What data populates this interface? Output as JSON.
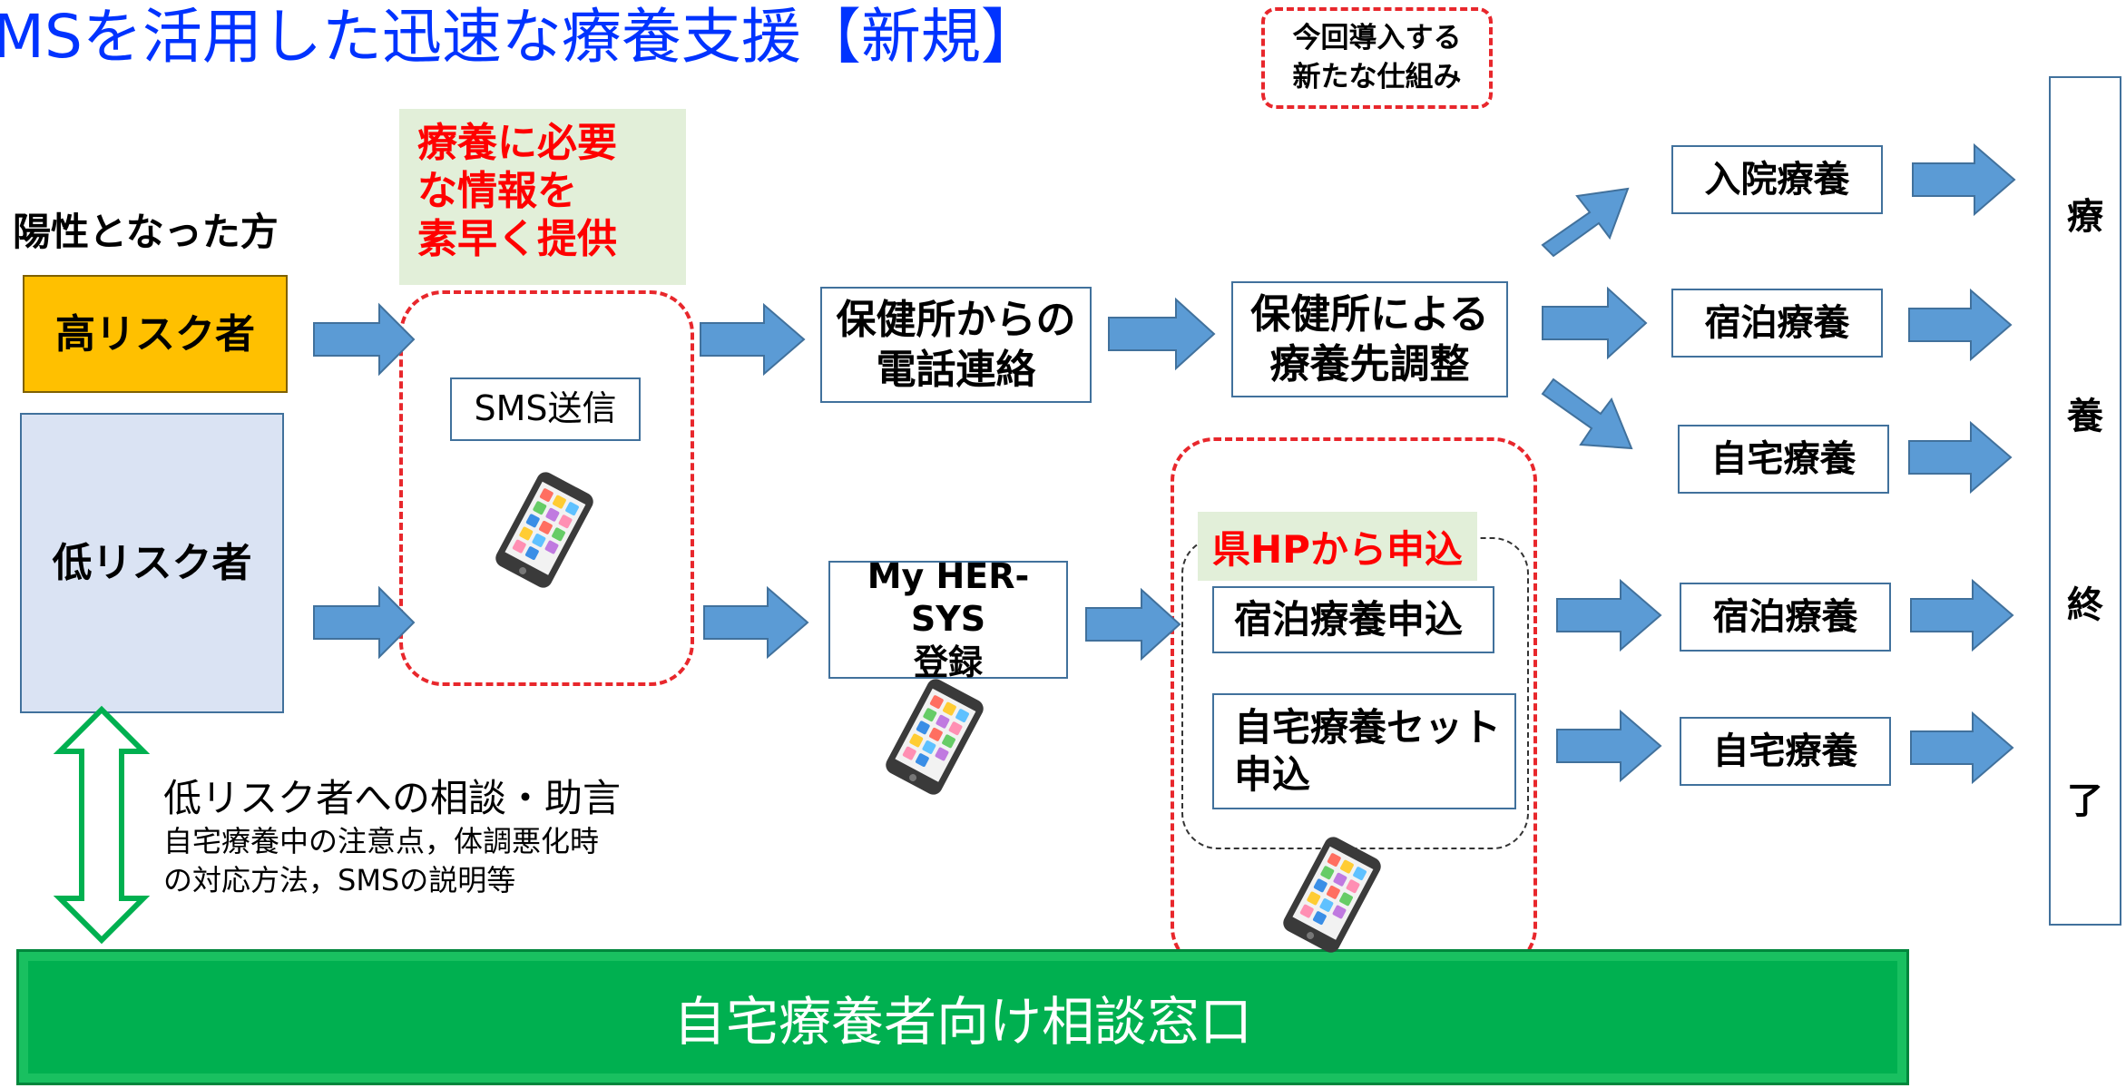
{
  "title": "MSを活用した迅速な療養支援【新規】",
  "legend": "今回導入する\n新たな仕組み",
  "positive_label": "陽性となった方",
  "high_risk": "高リスク者",
  "low_risk": "低リスク者",
  "info_note": "療養に必要\nな情報を\n素早く提供",
  "sms_send": "SMS送信",
  "phone_contact": "保健所からの\n電話連絡",
  "coordination": "保健所による\n療養先調整",
  "myhersys": "My HER-SYS\n登録",
  "pref_hp": "県HPから申込",
  "hotel_apply": "宿泊療養申込",
  "home_set_apply": "自宅療養セット\n申込",
  "outcome_hospital": "入院療養",
  "outcome_hotel": "宿泊療養",
  "outcome_home": "自宅療養",
  "outcome_hotel_2": "宿泊療養",
  "outcome_home_2": "自宅療養",
  "end_chars": [
    "療",
    "養",
    "終",
    "了"
  ],
  "advice_title": "低リスク者への相談・助言",
  "advice_detail": "自宅療養中の注意点，体調悪化時\nの対応方法，SMSの説明等",
  "consult_banner": "自宅療養者向け相談窓口",
  "colors": {
    "arrow_fill": "#5b9bd5",
    "arrow_stroke": "#41719c",
    "high_risk_fill": "#ffc000",
    "low_risk_fill": "#dae3f3",
    "accent_red": "#e8272c",
    "banner_green": "#00b050",
    "advice_arrow": "#00b050"
  },
  "icons": [
    "smartphone-icon",
    "smartphone-icon",
    "smartphone-icon"
  ]
}
